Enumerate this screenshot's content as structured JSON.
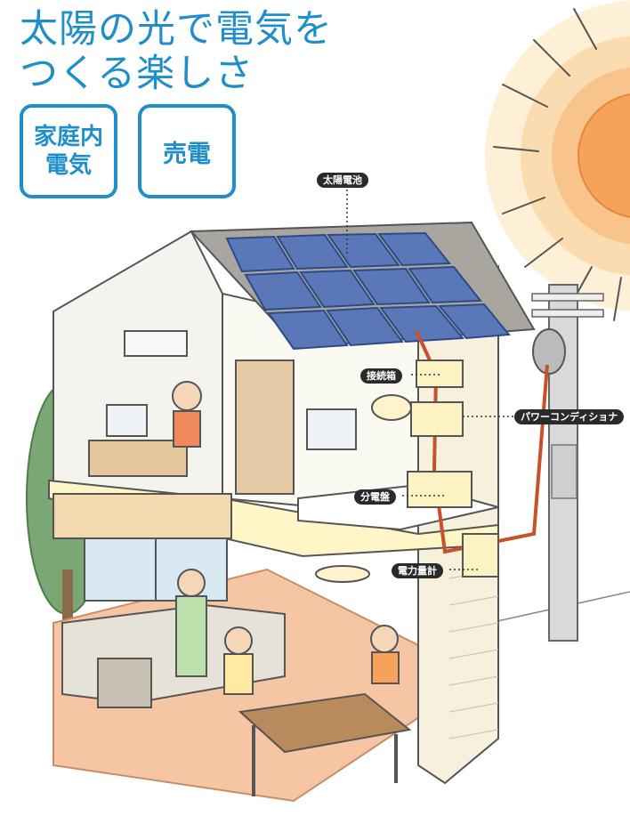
{
  "headline": {
    "line1": "太陽の光で電気を",
    "line2": "つくる楽しさ"
  },
  "badges": {
    "home_power_line1": "家庭内",
    "home_power_line2": "電気",
    "selling_power": "売電"
  },
  "labels": {
    "solar_panel": "太陽電池",
    "junction_box": "接続箱",
    "power_conditioner": "パワーコンディショナ",
    "distribution_board": "分電盤",
    "power_meter": "電力量計"
  },
  "colors": {
    "accent_blue": "#1f8fc9",
    "sun_orange": "#f7a25a",
    "panel_blue": "#5a78b8",
    "cable_red": "#c8502a"
  }
}
